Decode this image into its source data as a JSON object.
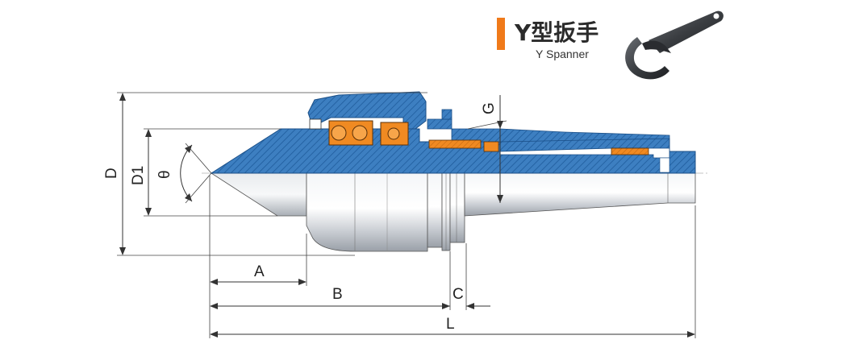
{
  "header": {
    "title_cn": "Y型扳手",
    "title_en": "Y Spanner",
    "accent_color": "#f07a1a"
  },
  "dimensions": {
    "D": "D",
    "D1": "D1",
    "theta": "θ",
    "G": "G",
    "A": "A",
    "B": "B",
    "C": "C",
    "L": "L"
  },
  "colors": {
    "section_blue": "#3d7fc1",
    "bearing_orange": "#f08a22",
    "body_silver": "#d9dde2"
  },
  "icons": [
    "spanner-icon"
  ]
}
